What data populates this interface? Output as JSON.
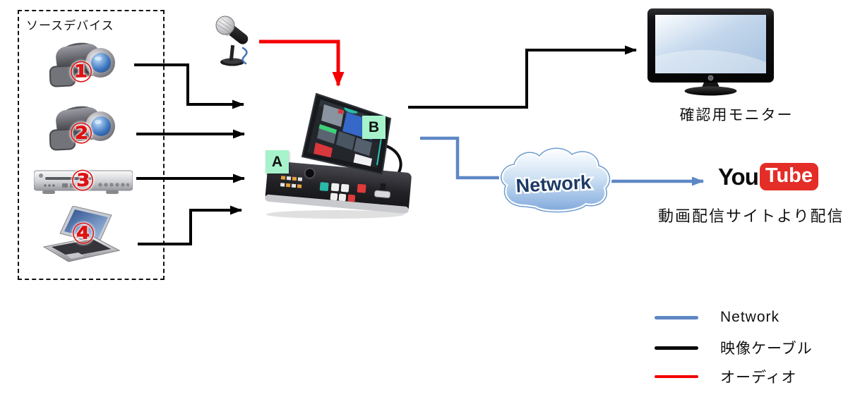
{
  "diagram": {
    "source_box": {
      "label": "ソースデバイス",
      "devices": [
        {
          "number": "①",
          "type": "video-camera"
        },
        {
          "number": "②",
          "type": "video-camera"
        },
        {
          "number": "③",
          "type": "av-player"
        },
        {
          "number": "④",
          "type": "laptop"
        }
      ]
    },
    "switcher": {
      "label_a": "A",
      "label_b": "B"
    },
    "monitor": {
      "caption": "確認用モニター"
    },
    "cloud": {
      "label": "Network"
    },
    "youtube": {
      "logo_you": "You",
      "logo_tube": "Tube",
      "caption": "動画配信サイトより配信"
    },
    "legend": {
      "items": [
        {
          "label": "Network",
          "color": "#5E87C5"
        },
        {
          "label": "映像ケーブル",
          "color": "#0A0A0A"
        },
        {
          "label": "オーディオ",
          "color": "#F40000"
        }
      ]
    },
    "colors": {
      "network_line": "#5E87C5",
      "video_line": "#000000",
      "audio_line": "#F40000",
      "marker_bg": "#A6F2CB"
    }
  }
}
